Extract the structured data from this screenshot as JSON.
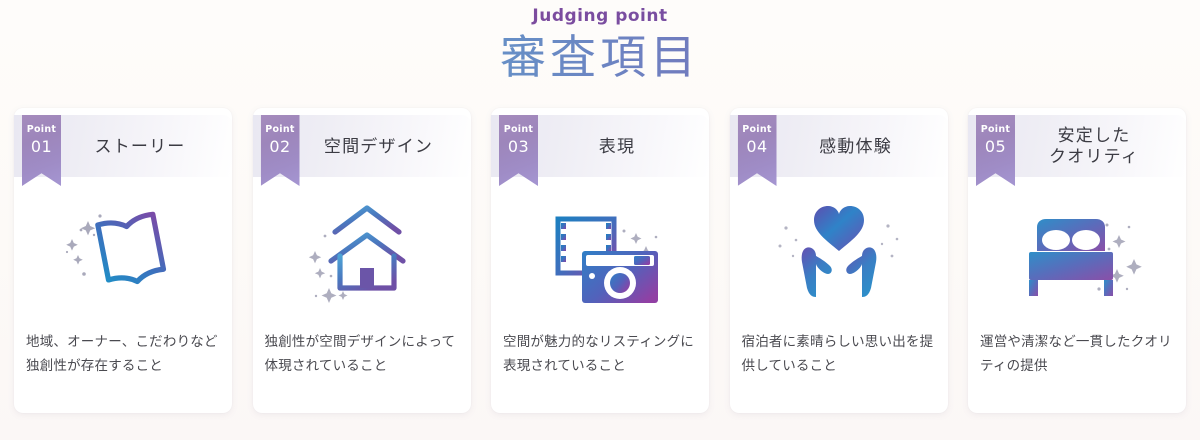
{
  "header": {
    "eyebrow": "Judging point",
    "title": "審査項目"
  },
  "colors": {
    "page_background": "#fdfaf7",
    "ribbon_gradient_start": "#a58bbd",
    "ribbon_gradient_end": "#a596d2",
    "title_gradient_start": "#63c3d8",
    "title_gradient_end": "#72408a",
    "icon_gradient_start": "#2a86c4",
    "icon_gradient_end": "#7a4ba8",
    "card_header_background": "#eeedf4",
    "body_text": "#4a4a50"
  },
  "cards": [
    {
      "point_label": "Point",
      "point_number": "01",
      "title": "ストーリー",
      "icon": "open-book-icon",
      "body": "地域、オーナー、こだわりなど独創性が存在すること"
    },
    {
      "point_label": "Point",
      "point_number": "02",
      "title": "空間デザイン",
      "icon": "house-icon",
      "body": "独創性が空間デザインによって体現されていること"
    },
    {
      "point_label": "Point",
      "point_number": "03",
      "title": "表現",
      "icon": "film-camera-icon",
      "body": "空間が魅力的なリスティングに表現されていること"
    },
    {
      "point_label": "Point",
      "point_number": "04",
      "title": "感動体験",
      "icon": "hands-holding-heart-icon",
      "body": "宿泊者に素晴らしい思い出を提供していること"
    },
    {
      "point_label": "Point",
      "point_number": "05",
      "title": "安定した\nクオリティ",
      "icon": "bed-icon",
      "body": "運営や清潔など一貫したクオリティの提供"
    }
  ]
}
